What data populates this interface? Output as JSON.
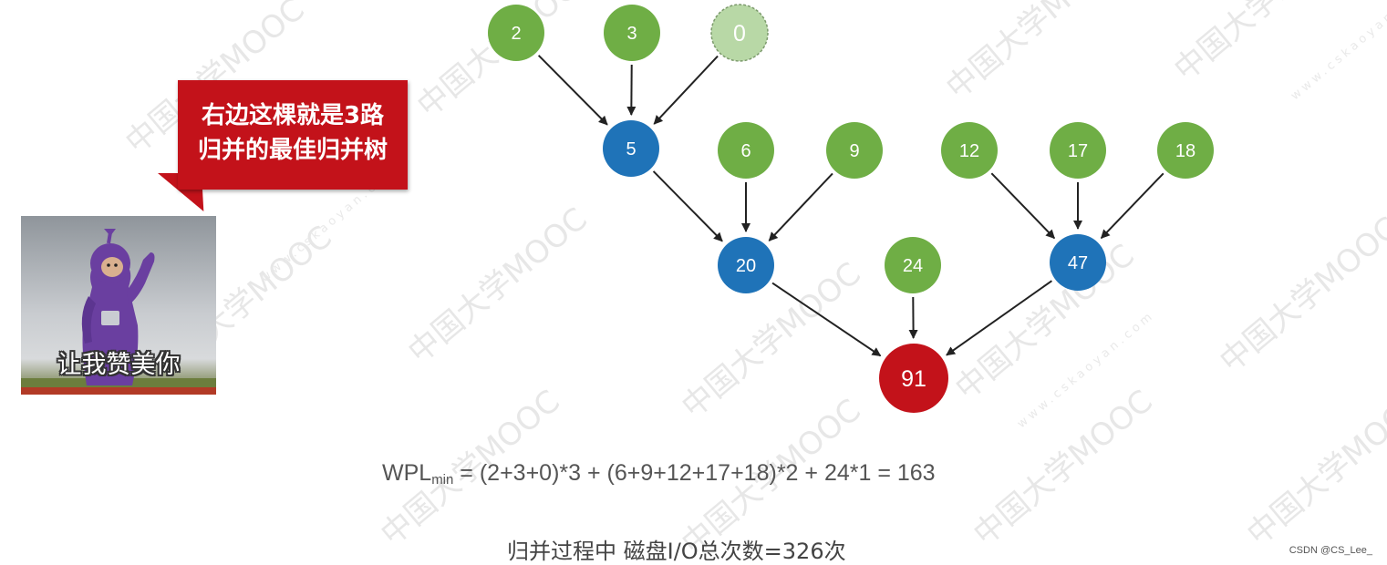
{
  "callout": {
    "line1": "右边这棵就是3路",
    "line2": "归并的最佳归并树",
    "color": "#c3121a"
  },
  "meme": {
    "caption": "让我赞美你"
  },
  "watermark": {
    "text": "中国大学MOOC",
    "sub": "www.cskaoyan.com"
  },
  "tree": {
    "colors": {
      "leaf": "#6fae45",
      "virtual": "#b8d8a6",
      "internal": "#1f73b8",
      "root": "#c3121a",
      "edge": "#222222"
    },
    "nodes": [
      {
        "id": "n2",
        "label": "2",
        "kind": "leaf"
      },
      {
        "id": "n3",
        "label": "3",
        "kind": "leaf"
      },
      {
        "id": "n0",
        "label": "0",
        "kind": "virtual"
      },
      {
        "id": "n5",
        "label": "5",
        "kind": "internal"
      },
      {
        "id": "n6",
        "label": "6",
        "kind": "leaf"
      },
      {
        "id": "n9",
        "label": "9",
        "kind": "leaf"
      },
      {
        "id": "n12",
        "label": "12",
        "kind": "leaf"
      },
      {
        "id": "n17",
        "label": "17",
        "kind": "leaf"
      },
      {
        "id": "n18",
        "label": "18",
        "kind": "leaf"
      },
      {
        "id": "n20",
        "label": "20",
        "kind": "internal"
      },
      {
        "id": "n24",
        "label": "24",
        "kind": "leaf"
      },
      {
        "id": "n47",
        "label": "47",
        "kind": "internal"
      },
      {
        "id": "n91",
        "label": "91",
        "kind": "root"
      }
    ],
    "edges": [
      [
        "n2",
        "n5"
      ],
      [
        "n3",
        "n5"
      ],
      [
        "n0",
        "n5"
      ],
      [
        "n5",
        "n20"
      ],
      [
        "n6",
        "n20"
      ],
      [
        "n9",
        "n20"
      ],
      [
        "n12",
        "n47"
      ],
      [
        "n17",
        "n47"
      ],
      [
        "n18",
        "n47"
      ],
      [
        "n20",
        "n91"
      ],
      [
        "n24",
        "n91"
      ],
      [
        "n47",
        "n91"
      ]
    ]
  },
  "formula": {
    "prefix": "WPL",
    "sub": "min",
    "rest": " = (2+3+0)*3 + (6+9+12+17+18)*2 + 24*1 = 163"
  },
  "io_line": "归并过程中 磁盘I/O总次数=326次",
  "credit": "CSDN @CS_Lee_"
}
